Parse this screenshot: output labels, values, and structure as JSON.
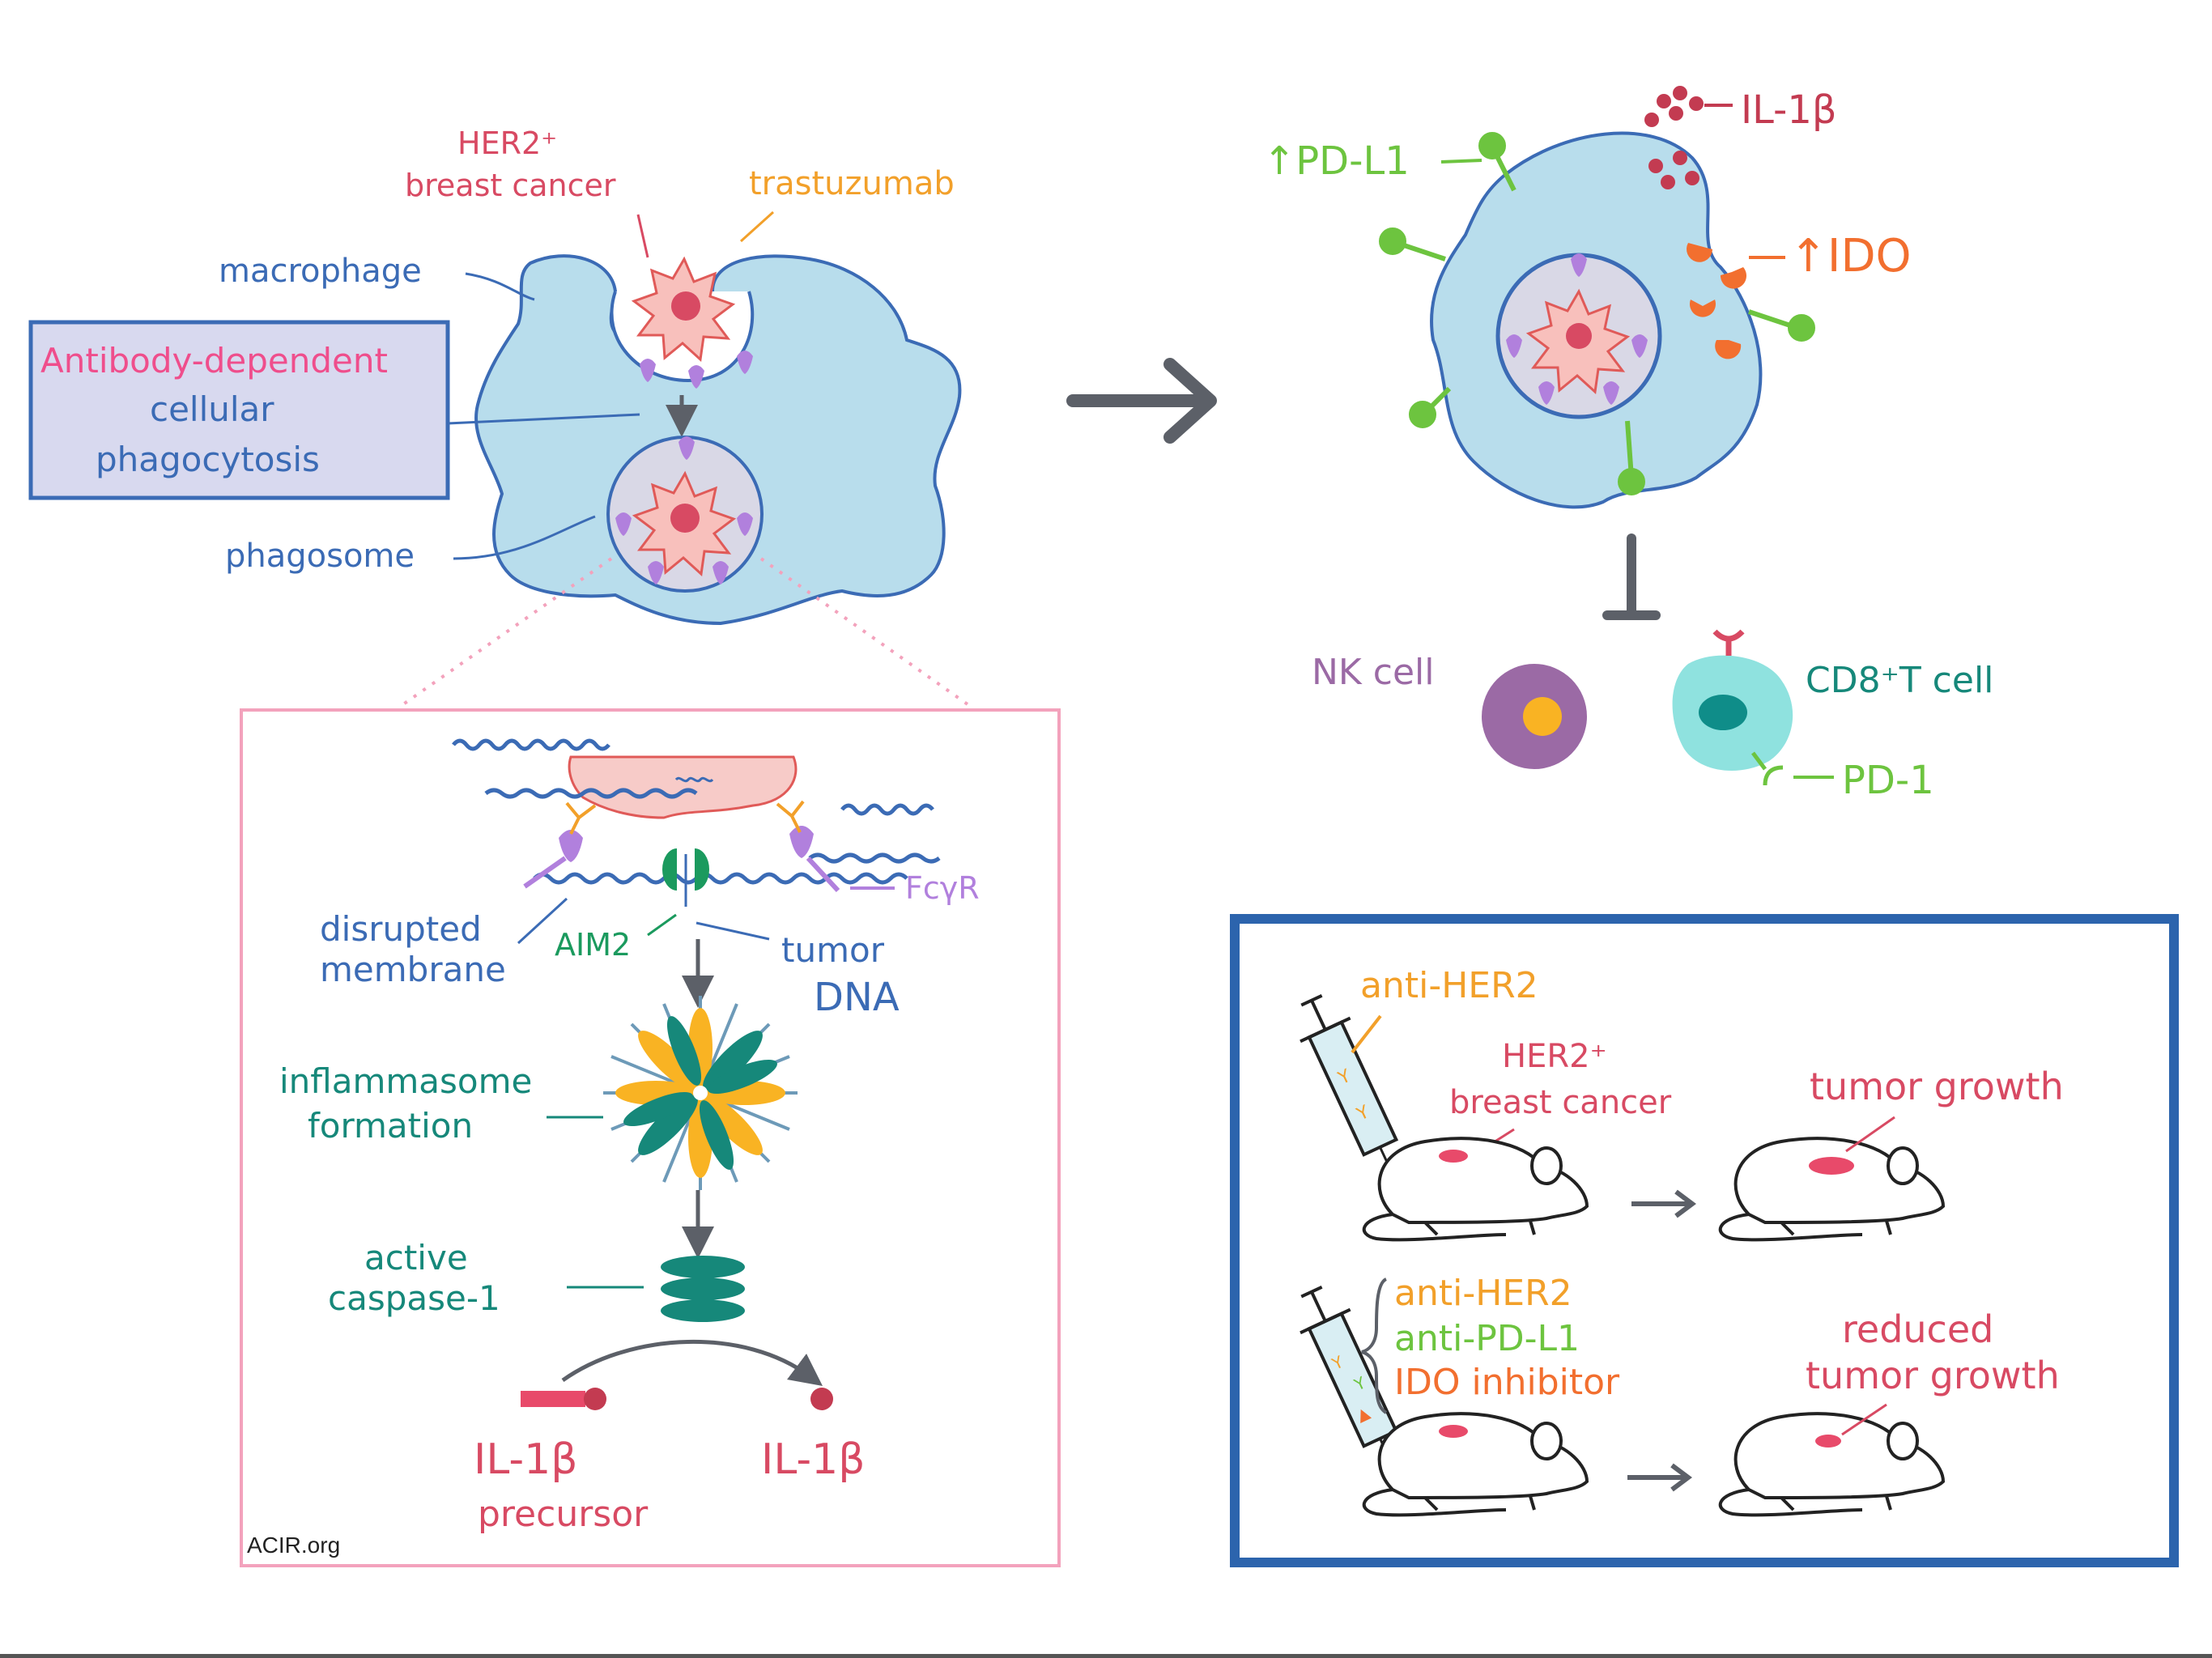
{
  "colors": {
    "macrophage_fill": "#b8ddec",
    "macrophage_stroke": "#3b6bb5",
    "blue_text": "#3b6bb5",
    "red_text": "#d84a63",
    "orange_text": "#f2a02a",
    "pink_text": "#ef4e8c",
    "green": "#6dc43f",
    "teal": "#16887a",
    "purple": "#b180dd",
    "nk_purple": "#9b6aa5",
    "nk_core": "#f9b323",
    "tcell": "#8fe2df",
    "tcell_nucleus": "#0f8d89",
    "ido_orange": "#f26f2f",
    "gray_arrow": "#5c6068",
    "box_blue": "#3b6bb5",
    "box_pink": "#f3a2bc",
    "adcp_fill": "#d8d9ef"
  },
  "adcp": {
    "macrophage": "macrophage",
    "her2_line1": "HER2⁺",
    "her2_line2": "breast cancer",
    "trastuzumab": "trastuzumab",
    "box_line1": "Antibody-dependent",
    "box_line2": "cellular",
    "box_line3": "phagocytosis",
    "phagosome": "phagosome"
  },
  "activated": {
    "pdl1": "↑PD-L1",
    "il1b": "IL-1β",
    "ido": "↑IDO",
    "nk_cell": "NK cell",
    "cd8": "CD8⁺T cell",
    "pd1": "PD-1"
  },
  "mechanism": {
    "fcgr": "FcγR",
    "disrupted_line1": "disrupted",
    "disrupted_line2": "membrane",
    "aim2": "AIM2",
    "tumor_line1": "tumor",
    "tumor_line2": "DNA",
    "inflam_line1": "inflammasome",
    "inflam_line2": "formation",
    "caspase_line1": "active",
    "caspase_line2": "caspase-1",
    "il1b_precursor_line1": "IL-1β",
    "il1b_precursor_line2": "precursor",
    "il1b_mature": "IL-1β",
    "credit": "ACIR.org"
  },
  "mouse_box": {
    "anti_her2": "anti-HER2",
    "her2_line1": "HER2⁺",
    "her2_line2": "breast cancer",
    "tumor_growth": "tumor growth",
    "combo_1": "anti-HER2",
    "combo_2": "anti-PD-L1",
    "combo_3": "IDO inhibitor",
    "reduced_line1": "reduced",
    "reduced_line2": "tumor growth"
  }
}
